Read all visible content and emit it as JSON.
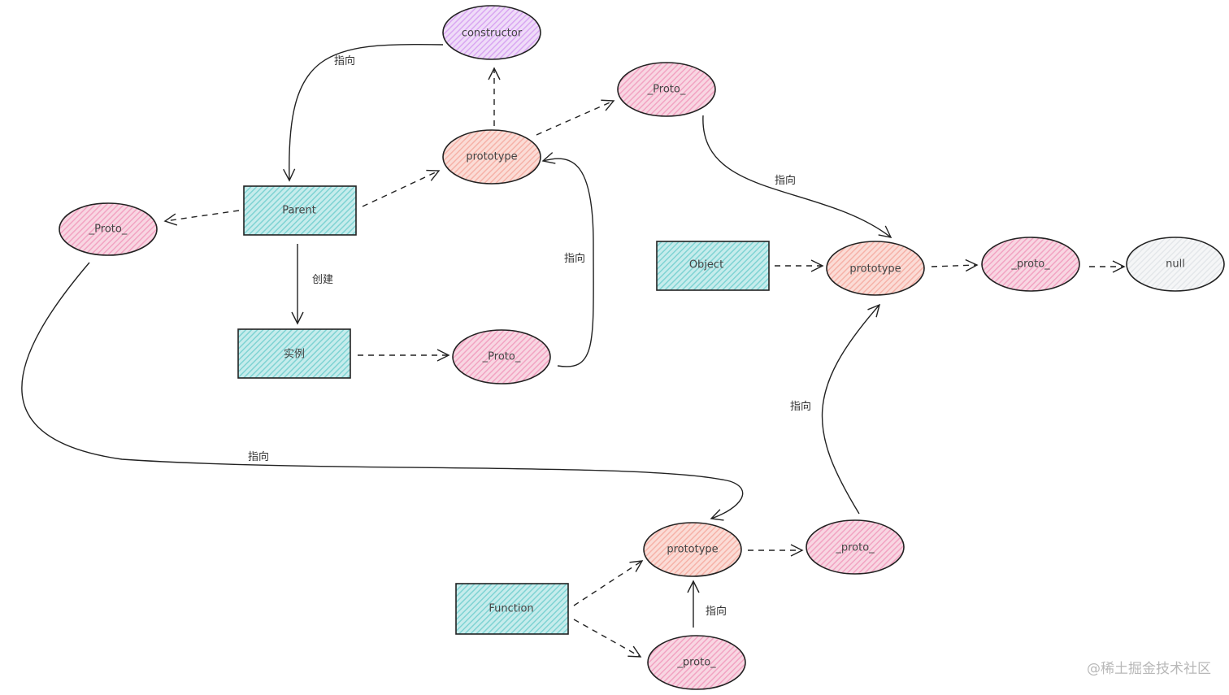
{
  "colors": {
    "constructor": "#d9a6f2",
    "proto": "#f2a3c2",
    "prototype": "#f6b2a8",
    "rect": "#7fd3d3",
    "null": "#e4e7ea"
  },
  "nodes": {
    "constructor": "constructor",
    "proto_top": "_Proto_",
    "prototype_parent": "prototype",
    "parent": "Parent",
    "proto_left": "_Proto_",
    "instance": "实例",
    "proto_instance": "_Proto_",
    "object": "Object",
    "prototype_object": "prototype",
    "proto_object": "_proto_",
    "null": "null",
    "prototype_function": "prototype",
    "proto_function_proto": "_proto_",
    "function": "Function",
    "proto_function": "_proto_"
  },
  "edge_labels": {
    "constructor_parent": "指向",
    "parent_instance": "创建",
    "instance_proto_prototype": "指向",
    "proto_top_object_prototype": "指向",
    "proto_left_function_prototype": "指向",
    "function_proto_object_prototype": "指向",
    "function_proto_prototype": "指向"
  },
  "watermark": "@稀土掘金技术社区"
}
